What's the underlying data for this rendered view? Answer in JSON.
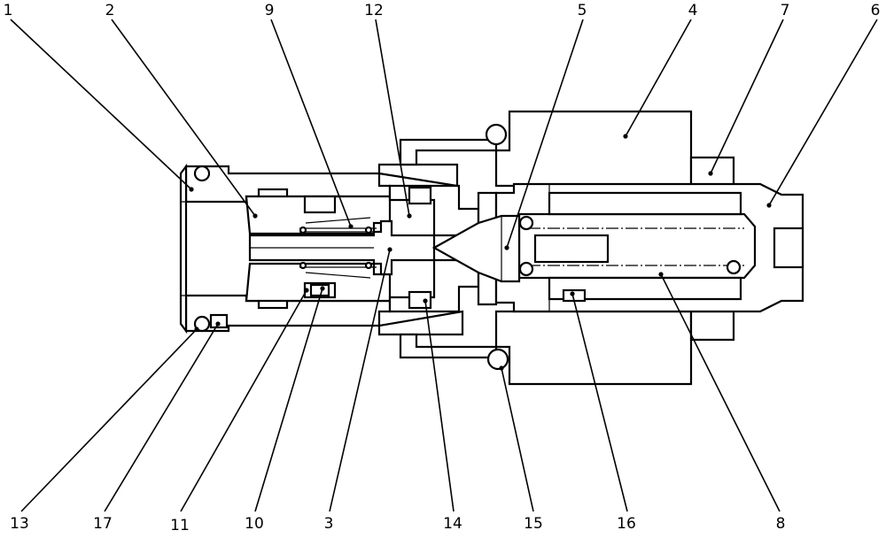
{
  "labels": [
    {
      "id": "1",
      "text": "1"
    },
    {
      "id": "2",
      "text": "2"
    },
    {
      "id": "9",
      "text": "9"
    },
    {
      "id": "12",
      "text": "12"
    },
    {
      "id": "5",
      "text": "5"
    },
    {
      "id": "4",
      "text": "4"
    },
    {
      "id": "7",
      "text": "7"
    },
    {
      "id": "6",
      "text": "6"
    },
    {
      "id": "13",
      "text": "13"
    },
    {
      "id": "17",
      "text": "17"
    },
    {
      "id": "11",
      "text": "11"
    },
    {
      "id": "10",
      "text": "10"
    },
    {
      "id": "3",
      "text": "3"
    },
    {
      "id": "14",
      "text": "14"
    },
    {
      "id": "15",
      "text": "15"
    },
    {
      "id": "16",
      "text": "16"
    },
    {
      "id": "8",
      "text": "8"
    }
  ]
}
